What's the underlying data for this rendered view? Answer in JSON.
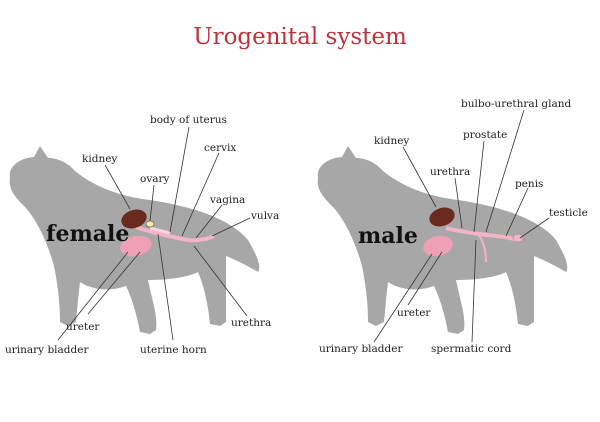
{
  "title": "Urogenital system",
  "colors": {
    "title": "#c0303a",
    "body": "#a7a7a7",
    "kidney": "#6b2a1e",
    "bladder": "#ef9fb6",
    "tract": "#f3b4c6",
    "leader": "#333333"
  },
  "female": {
    "label": "female",
    "parts": {
      "kidney": "kidney",
      "ovary": "ovary",
      "body_of_uterus": "body of uterus",
      "cervix": "cervix",
      "vagina": "vagina",
      "vulva": "vulva",
      "ureter": "ureter",
      "urinary_bladder": "urinary bladder",
      "uterine_horn": "uterine horn",
      "urethra": "urethra"
    }
  },
  "male": {
    "label": "male",
    "parts": {
      "kidney": "kidney",
      "prostate": "prostate",
      "bulbo_urethral_gland": "bulbo-urethral gland",
      "urethra": "urethra",
      "penis": "penis",
      "testicle": "testicle",
      "ureter": "ureter",
      "urinary_bladder": "urinary bladder",
      "spermatic_cord": "spermatic cord"
    }
  }
}
